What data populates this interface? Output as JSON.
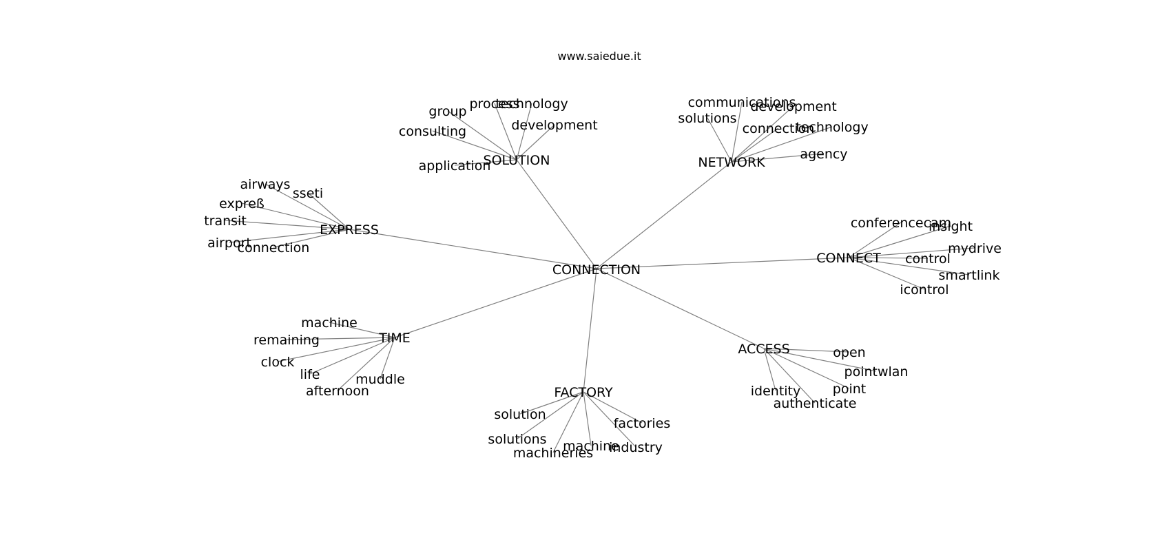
{
  "title": "www.saiedue.it",
  "center": "CONNECTION",
  "clusters": [
    {
      "hub": "SOLUTION",
      "leaves": [
        "process",
        "technology",
        "group",
        "development",
        "consulting",
        "application"
      ]
    },
    {
      "hub": "NETWORK",
      "leaves": [
        "communications",
        "development",
        "solutions",
        "connection",
        "technology",
        "agency"
      ]
    },
    {
      "hub": "EXPRESS",
      "leaves": [
        "airways",
        "sseti",
        "expreß",
        "transit",
        "airport",
        "connection"
      ]
    },
    {
      "hub": "CONNECT",
      "leaves": [
        "conferencecam",
        "insight",
        "mydrive",
        "control",
        "smartlink",
        "icontrol"
      ]
    },
    {
      "hub": "TIME",
      "leaves": [
        "machine",
        "remaining",
        "clock",
        "life",
        "muddle",
        "afternoon"
      ]
    },
    {
      "hub": "FACTORY",
      "leaves": [
        "solution",
        "factories",
        "solutions",
        "machine",
        "industry",
        "machineries"
      ]
    },
    {
      "hub": "ACCESS",
      "leaves": [
        "open",
        "pointwlan",
        "point",
        "identity",
        "authenticate"
      ]
    }
  ],
  "colors": {
    "edge": "#7f7f7f",
    "text": "#000000",
    "background": "#ffffff"
  }
}
